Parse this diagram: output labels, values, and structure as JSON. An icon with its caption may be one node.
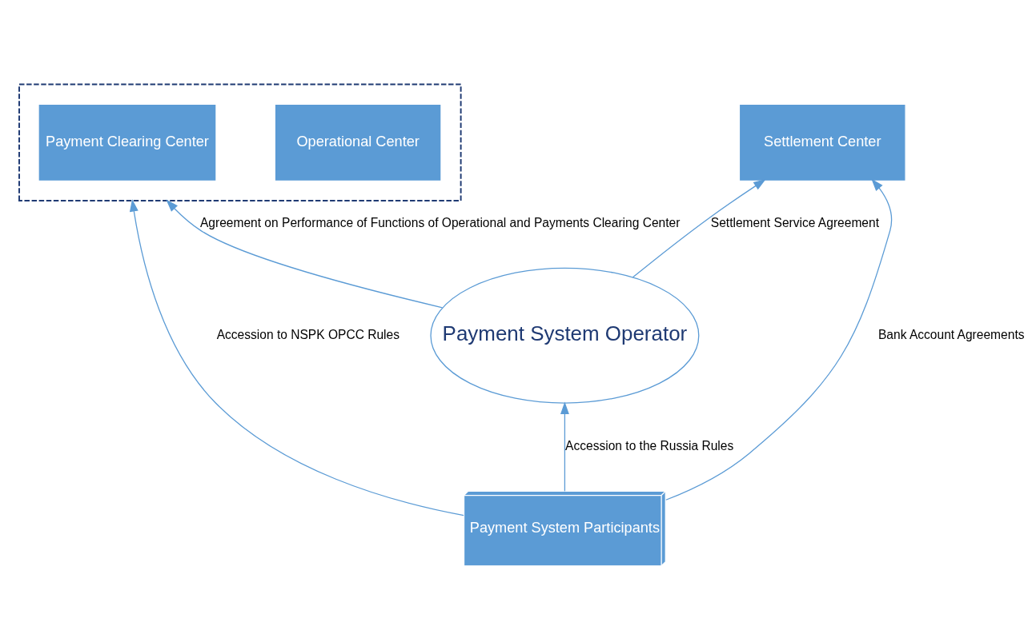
{
  "diagram": {
    "nodes": [
      {
        "text": [],
        "shape": "box"
      },
      {
        "text": [
          "Operational Center"
        ],
        "in": 0
      },
      {
        "text": [
          "Payment Clearing Center"
        ],
        "in": 0
      },
      {
        "text": [
          "Settlement Center"
        ]
      },
      {
        "text": [
          "Payment System Operator"
        ]
      },
      {
        "text": [
          "Payment System Participants"
        ]
      }
    ],
    "edges": [
      {
        "from": 4,
        "to": 0,
        "arrow": "to",
        "label": "Agreement on Performance of Functions of Operational and Payments Clearing Center"
      },
      {
        "from": 4,
        "to": 3,
        "arrow": "to",
        "label": "Settlement Service Agreement"
      },
      {
        "from": 5,
        "to": 4,
        "arrow": "to",
        "label": "Accession to the Russia Rules"
      },
      {
        "from": 5,
        "to": 3,
        "arrow": "to",
        "label": "Bank Account Agreements"
      },
      {
        "from": 5,
        "to": 0,
        "arrow": "to",
        "label": "Accession to NSPK OPCC Rules"
      }
    ]
  }
}
